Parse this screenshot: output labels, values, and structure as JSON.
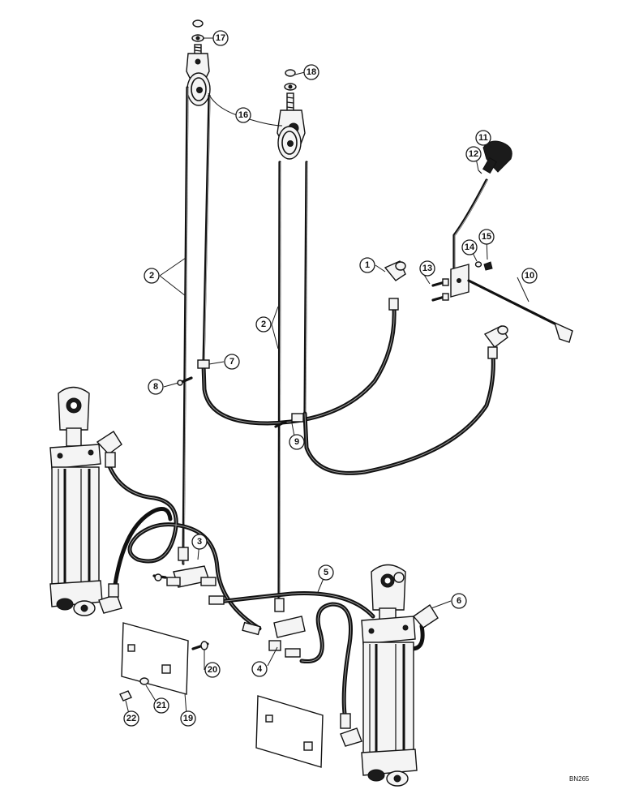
{
  "diagram": {
    "callouts": [
      {
        "id": "c1",
        "label": "1"
      },
      {
        "id": "c2a",
        "label": "2"
      },
      {
        "id": "c2b",
        "label": "2"
      },
      {
        "id": "c3",
        "label": "3"
      },
      {
        "id": "c4",
        "label": "4"
      },
      {
        "id": "c5",
        "label": "5"
      },
      {
        "id": "c6",
        "label": "6"
      },
      {
        "id": "c7",
        "label": "7"
      },
      {
        "id": "c8",
        "label": "8"
      },
      {
        "id": "c9",
        "label": "9"
      },
      {
        "id": "c10",
        "label": "10"
      },
      {
        "id": "c11",
        "label": "11"
      },
      {
        "id": "c12",
        "label": "12"
      },
      {
        "id": "c13",
        "label": "13"
      },
      {
        "id": "c14",
        "label": "14"
      },
      {
        "id": "c15",
        "label": "15"
      },
      {
        "id": "c16",
        "label": "16"
      },
      {
        "id": "c17",
        "label": "17"
      },
      {
        "id": "c18",
        "label": "18"
      },
      {
        "id": "c19",
        "label": "19"
      },
      {
        "id": "c20",
        "label": "20"
      },
      {
        "id": "c21",
        "label": "21"
      },
      {
        "id": "c22",
        "label": "22"
      }
    ],
    "reference_code": "BN265"
  }
}
